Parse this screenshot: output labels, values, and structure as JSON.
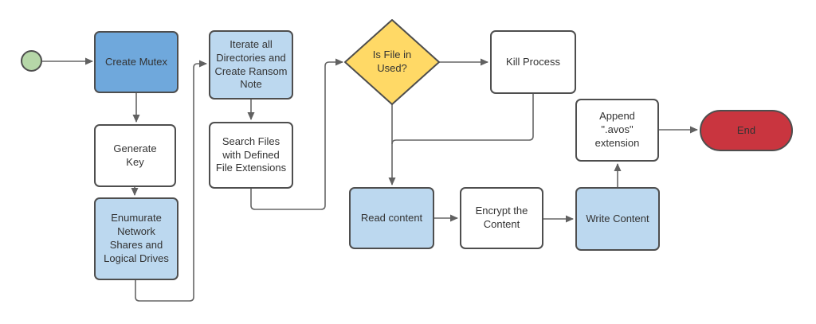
{
  "diagram": {
    "type": "flowchart",
    "background": "#FFFFFF",
    "colors": {
      "node_blue": "#6FA8DC",
      "node_light_blue": "#BCD8EF",
      "node_yellow": "#FFD966",
      "node_red": "#C9353F",
      "node_green": "#B6D7A8",
      "node_white": "#FFFFFF",
      "shape_border": "#4E4E4E",
      "connector": "#666666",
      "arrowhead": "#616161",
      "text": "#333333"
    },
    "nodes": {
      "start": {
        "shape": "circle",
        "label": ""
      },
      "create_mutex": {
        "shape": "rect",
        "label": "Create Mutex"
      },
      "generate_key": {
        "shape": "rect",
        "label": "Generate Key"
      },
      "enumurate_drives": {
        "shape": "rect",
        "label": "Enumurate Network Shares and Logical Drives"
      },
      "iterate_directories": {
        "shape": "rect",
        "label": "Iterate all Directories and Create Ransom Note"
      },
      "search_files": {
        "shape": "rect",
        "label": "Search Files with Defined File Extensions"
      },
      "is_file_in_used": {
        "shape": "diamond",
        "label": "Is File in Used?"
      },
      "kill_process": {
        "shape": "rect",
        "label": "Kill Process"
      },
      "read_content": {
        "shape": "rect",
        "label": "Read content"
      },
      "encrypt_content": {
        "shape": "rect",
        "label": "Encrypt the Content"
      },
      "write_content": {
        "shape": "rect",
        "label": "Write Content"
      },
      "append_extension": {
        "shape": "rect",
        "label": "Append \".avos\" extension"
      },
      "end": {
        "shape": "terminator",
        "label": "End"
      }
    },
    "edges": [
      {
        "from": "start",
        "to": "create_mutex"
      },
      {
        "from": "create_mutex",
        "to": "generate_key"
      },
      {
        "from": "generate_key",
        "to": "enumurate_drives"
      },
      {
        "from": "enumurate_drives",
        "to": "iterate_directories"
      },
      {
        "from": "iterate_directories",
        "to": "search_files"
      },
      {
        "from": "search_files",
        "to": "is_file_in_used"
      },
      {
        "from": "is_file_in_used",
        "to": "kill_process"
      },
      {
        "from": "is_file_in_used",
        "to": "read_content"
      },
      {
        "from": "kill_process",
        "to": "read_content"
      },
      {
        "from": "read_content",
        "to": "encrypt_content"
      },
      {
        "from": "encrypt_content",
        "to": "write_content"
      },
      {
        "from": "write_content",
        "to": "append_extension"
      },
      {
        "from": "append_extension",
        "to": "end"
      }
    ]
  }
}
